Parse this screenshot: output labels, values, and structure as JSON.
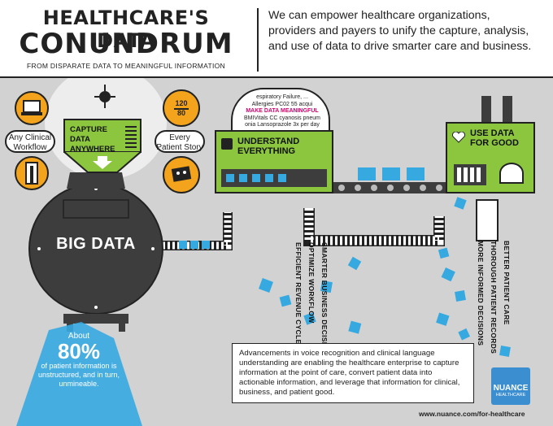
{
  "header": {
    "title_line1": "HEALTHCARE'S DATA",
    "title_line2": "CONUNDRUM",
    "subtitle": "FROM DISPARATE DATA TO MEANINGFUL INFORMATION",
    "intro": "We can empower healthcare organizations, providers and payers to unify the capture, analysis, and use of data to drive smarter care and business."
  },
  "capture": {
    "label": "CAPTURE DATA ANYWHERE",
    "workflow": "Any Clinical Workflow",
    "story": "Every Patient Story",
    "bp_top": "120",
    "bp_bottom": "80"
  },
  "big_data": {
    "label": "BIG DATA"
  },
  "stat": {
    "prefix": "About",
    "percent": "80%",
    "text": "of patient information is unstructured, and in turn, unmineable."
  },
  "understand": {
    "label": "UNDERSTAND EVERYTHING",
    "scroll_lines": [
      "espiratory Failure, ...",
      "Allergies PC02 55 acqui",
      "MAKE DATA MEANINGFUL",
      "BMIVitals CC cyanosis pneum",
      "onia Lansoprazole 3x per day"
    ]
  },
  "use": {
    "label": "USE DATA FOR GOOD"
  },
  "business_outcomes": [
    "SMARTER BUSINESS DECISIONS",
    "OPTIMIZE WORKFLOW",
    "EFFICIENT REVENUE CYCLE"
  ],
  "care_outcomes": [
    "BETTER PATIENT CARE",
    "THOROUGH PATIENT RECORDS",
    "MORE INFORMED DECISIONS"
  ],
  "advancements": "Advancements in voice recognition and clinical language understanding are enabling the healthcare enterprise to capture information at the point of care, convert patient data into actionable information, and leverage that information for clinical, business, and patient good.",
  "footer": {
    "url": "www.nuance.com/for-healthcare",
    "brand": "NUANCE",
    "brand_sub": "HEALTHCARE"
  },
  "colors": {
    "green": "#8cc63f",
    "orange": "#f4a41c",
    "blue": "#36a9e1",
    "dark": "#3d3d3d",
    "bg": "#d2d2d2"
  }
}
